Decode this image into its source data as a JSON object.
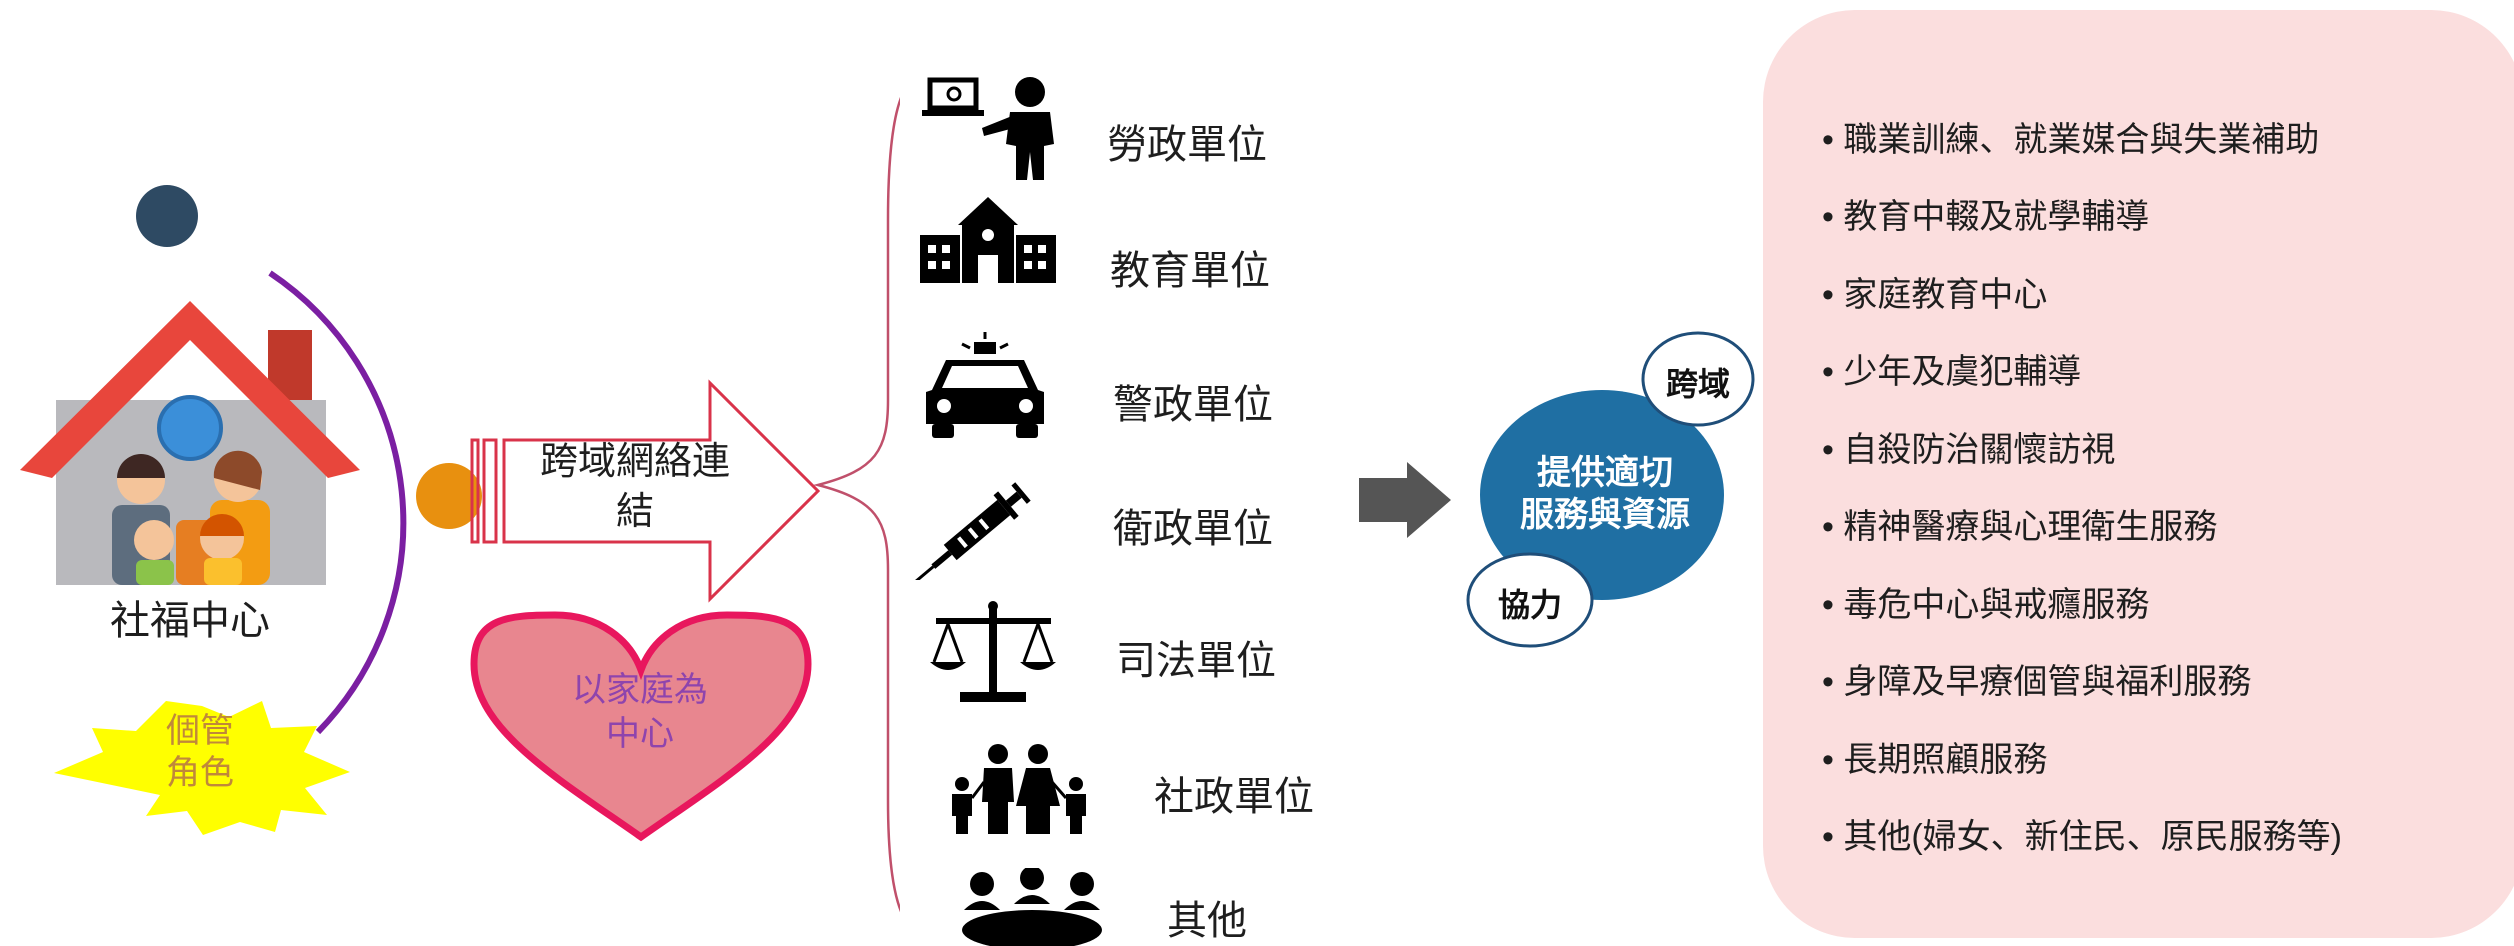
{
  "center": {
    "label": "社福中心"
  },
  "role": {
    "line1": "個管",
    "line2": "角色"
  },
  "arrow": {
    "line1": "跨域網絡連",
    "line2": "結"
  },
  "heart": {
    "line1": "以家庭為",
    "line2": "中心"
  },
  "units": [
    {
      "label": "勞政單位",
      "icon": "worker-laptop-icon"
    },
    {
      "label": "教育單位",
      "icon": "school-icon"
    },
    {
      "label": "警政單位",
      "icon": "police-car-icon"
    },
    {
      "label": "衛政單位",
      "icon": "syringe-icon"
    },
    {
      "label": "司法單位",
      "icon": "scales-icon"
    },
    {
      "label": "社政單位",
      "icon": "family-icon"
    },
    {
      "label": "其他",
      "icon": "meeting-people-icon"
    }
  ],
  "hub": {
    "line1": "提供適切",
    "line2": "服務與資源",
    "cross_domain": "跨域",
    "cooperation": "協力"
  },
  "services": [
    "職業訓練、就業媒合與失業補助",
    "教育中輟及就學輔導",
    "家庭教育中心",
    "少年及虞犯輔導",
    "自殺防治關懷訪視",
    "精神醫療與心理衛生服務",
    "毒危中心與戒癮服務",
    "身障及早療個管與福利服務",
    "長期照顧服務",
    "其他(婦女、新住民、原民服務等)"
  ],
  "colors": {
    "house_roof": "#e8463c",
    "arc_purple": "#7b1fa2",
    "dot_orange": "#e8900f",
    "dot_navy": "#2e4a63",
    "star_yellow": "#ffff00",
    "arrow_outline": "#d9334a",
    "heart_fill": "#e8868f",
    "heart_stroke": "#e8175d",
    "heart_text": "#8e44ad",
    "hub_blue": "#1f6fa3",
    "panel_pink": "#fbdede",
    "block_arrow_gray": "#555555"
  }
}
